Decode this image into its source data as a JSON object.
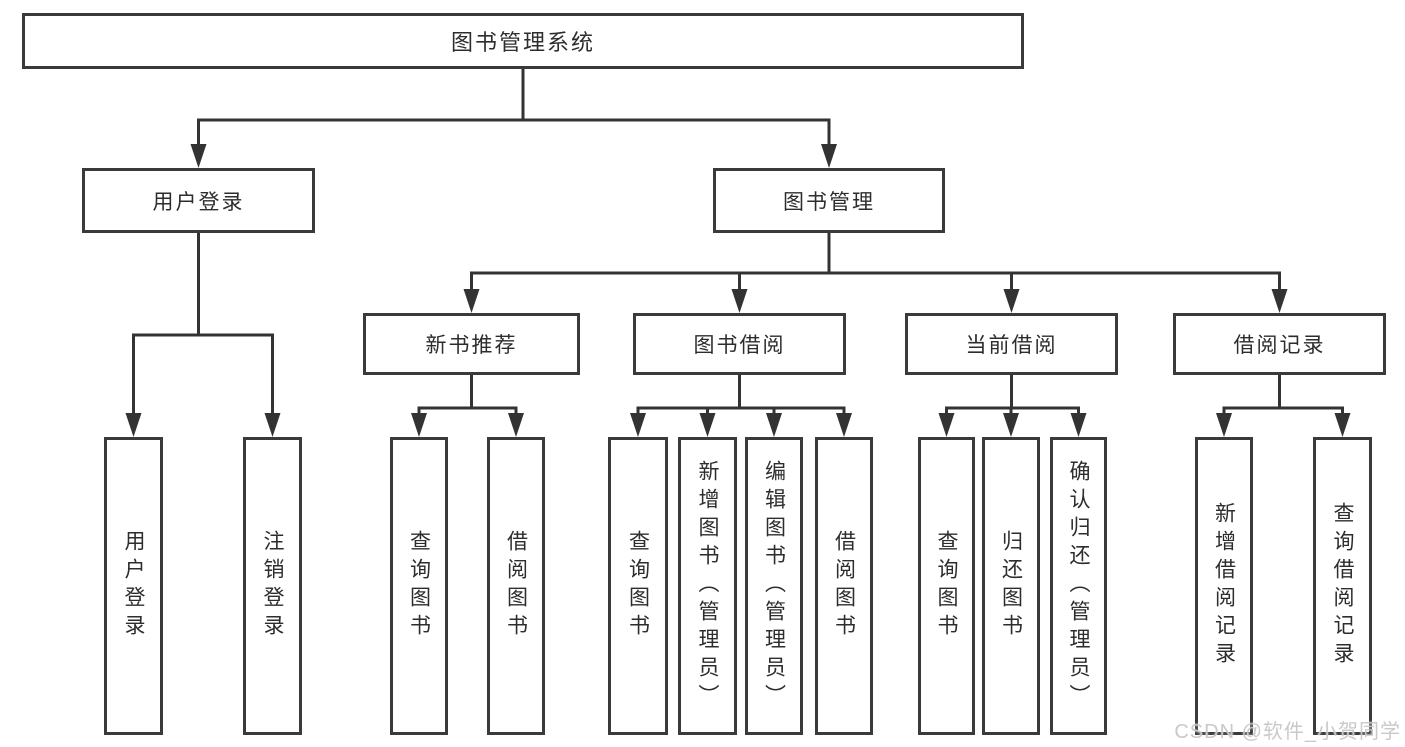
{
  "diagram": {
    "title": "图书管理系统",
    "line_color": "#333333",
    "box_border_color": "#3a3a3a",
    "text_color": "#2d2d2d",
    "root": {
      "label": "图书管理系统"
    },
    "level2": {
      "user_login": {
        "label": "用户登录"
      },
      "book_mgmt": {
        "label": "图书管理"
      }
    },
    "level3": {
      "new_book": {
        "label": "新书推荐"
      },
      "book_borrow": {
        "label": "图书借阅"
      },
      "current_borrow": {
        "label": "当前借阅"
      },
      "borrow_record": {
        "label": "借阅记录"
      }
    },
    "leaves": {
      "user_login": [
        "用户登录",
        "注销登录"
      ],
      "new_book": [
        "查询图书",
        "借阅图书"
      ],
      "book_borrow": [
        "查询图书",
        "新增图书（管理员）",
        "编辑图书（管理员）",
        "借阅图书"
      ],
      "current_borrow": [
        "查询图书",
        "归还图书",
        "确认归还（管理员）"
      ],
      "borrow_record": [
        "新增借阅记录",
        "查询借阅记录"
      ]
    },
    "watermark": "CSDN @软件_小贺同学"
  }
}
